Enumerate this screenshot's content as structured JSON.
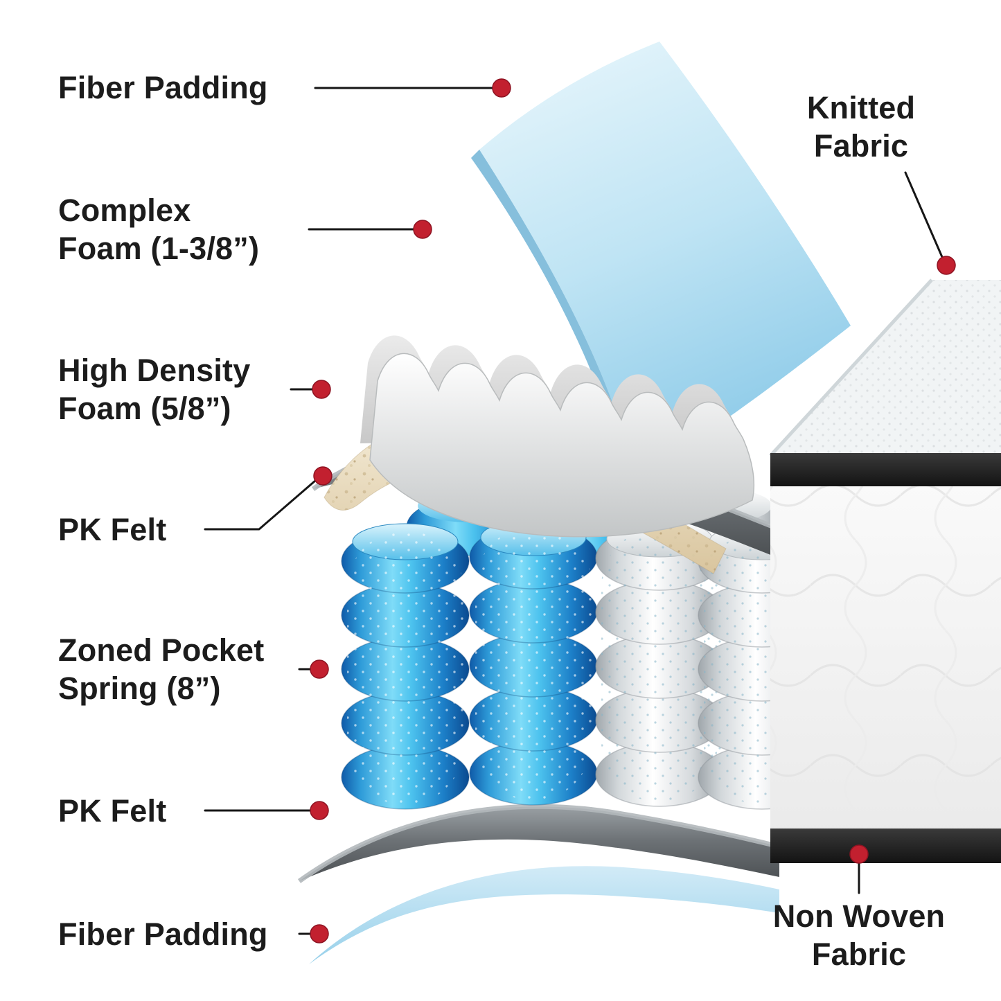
{
  "diagram": {
    "labels": {
      "fiber_padding_top": "Fiber Padding",
      "complex_foam": "Complex\nFoam (1-3/8”)",
      "high_density_foam": "High Density\nFoam (5/8”)",
      "pk_felt_top": "PK Felt",
      "zoned_pocket_spring": "Zoned Pocket\nSpring (8”)",
      "pk_felt_bottom": "PK Felt",
      "fiber_padding_bottom": "Fiber Padding",
      "knitted_fabric": "Knitted\nFabric",
      "non_woven_fabric": "Non Woven\nFabric"
    },
    "colors": {
      "marker": "#c2202f",
      "connector": "#161616",
      "text": "#1c1c1c",
      "fiber_padding_blue": "#a9d8ee",
      "spring_blue": "#2e9bd8",
      "spring_white": "#e8eaec",
      "felt_gray": "#6d7276",
      "foam_beige": "#e7d9ba",
      "background": "#ffffff"
    }
  }
}
